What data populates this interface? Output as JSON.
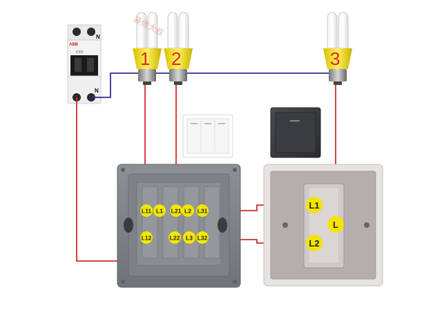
{
  "breaker": {
    "brand": "ABB",
    "model": "CXX",
    "neutral_top": "N",
    "neutral_bottom": "N"
  },
  "lamps": [
    {
      "number": "1"
    },
    {
      "number": "2"
    },
    {
      "number": "3"
    }
  ],
  "watermark": "装修大叔",
  "triple_switch_terminals": [
    "L11",
    "L1",
    "L21",
    "L2",
    "L31",
    "L12",
    "L22",
    "L3",
    "L32"
  ],
  "single_switch_terminals": [
    "L1",
    "L",
    "L2"
  ],
  "colors": {
    "live_wire": "#d42a2a",
    "neutral_wire": "#2a2f8c",
    "terminal_label": "#f2e600",
    "lamp_number": "#e0242a"
  }
}
